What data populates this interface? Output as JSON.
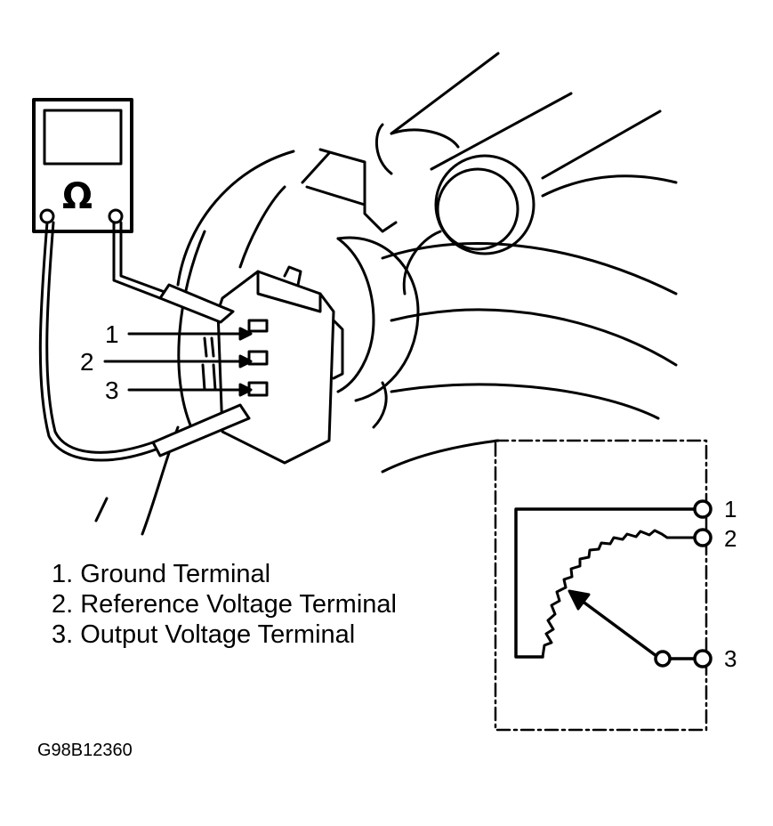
{
  "meter": {
    "symbol": "Ω"
  },
  "callouts": [
    "1",
    "2",
    "3"
  ],
  "legend": [
    "1. Ground Terminal",
    "2. Reference Voltage Terminal",
    "3. Output Voltage Terminal"
  ],
  "schematic": {
    "terminals": [
      "1",
      "2",
      "3"
    ]
  },
  "figure_code": "G98B12360"
}
